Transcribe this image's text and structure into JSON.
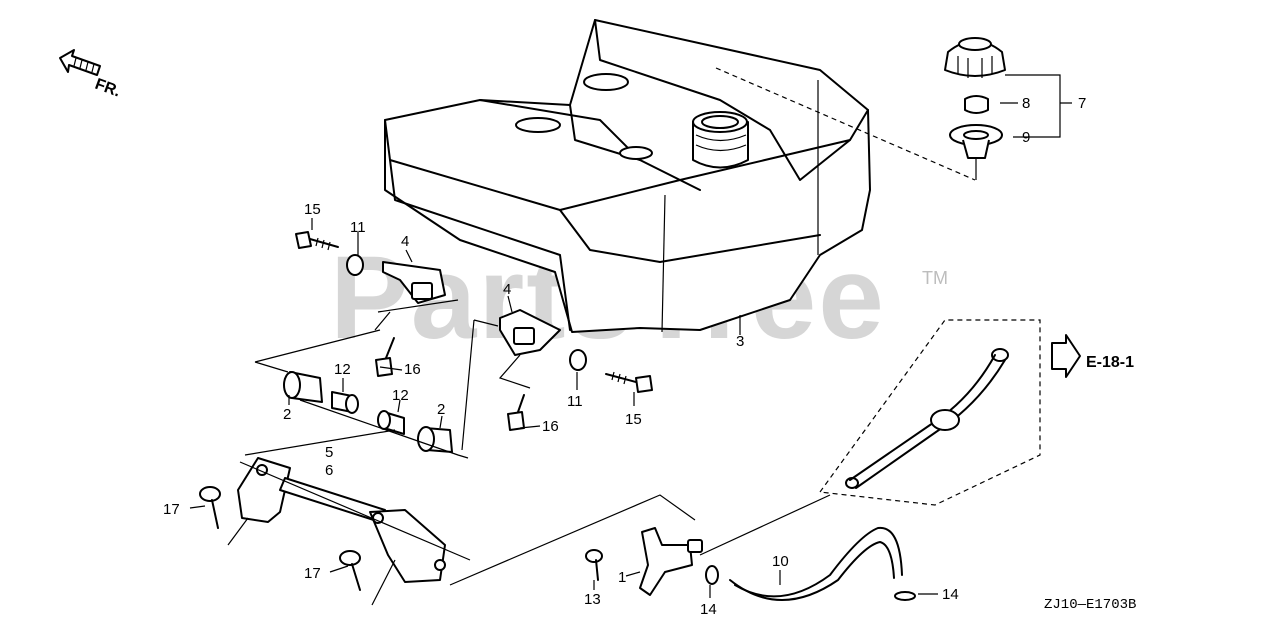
{
  "diagram": {
    "direction_label": "FR.",
    "reference_label": "E-18-1",
    "drawing_code": "ZJ10—E1703B",
    "watermark": {
      "text": "PartsTree",
      "mark": "TM"
    },
    "callouts": {
      "c15a": "15",
      "c11a": "11",
      "c4a": "4",
      "c16a": "16",
      "c12a": "12",
      "c2a": "2",
      "c12b": "12",
      "c2b": "2",
      "c4b": "4",
      "c16b": "16",
      "c11b": "11",
      "c15b": "15",
      "c3": "3",
      "c5": "5",
      "c6": "6",
      "c17a": "17",
      "c17b": "17",
      "c1": "1",
      "c13": "13",
      "c14a": "14",
      "c10": "10",
      "c14b": "14",
      "c8": "8",
      "c7": "7",
      "c9": "9"
    }
  }
}
